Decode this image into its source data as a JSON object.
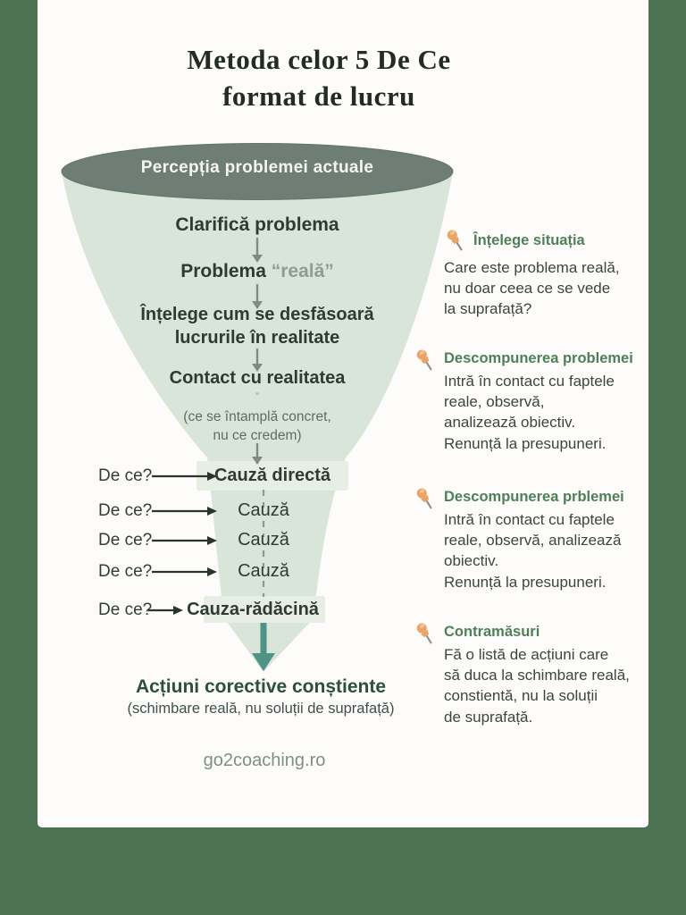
{
  "title": {
    "line1": "Metoda celor 5 De Ce",
    "line2": "format de lucru"
  },
  "funnel": {
    "top_label": "Percepția problemei actuale",
    "step1": "Clarifică problema",
    "step2_bold": "Problema",
    "step2_gray": "“reală”",
    "step3": "Înțelege cum se desfăsoară\nlucrurile în realitate",
    "step4": "Contact cu realitatea",
    "small_mark": "”",
    "note": "(ce se întamplă concret,\nnu ce credem)"
  },
  "whys": {
    "rows": [
      {
        "q": "De ce?",
        "label": "Cauză directă"
      },
      {
        "q": "De ce?",
        "label": "Cauză"
      },
      {
        "q": "De ce?",
        "label": "Cauză"
      },
      {
        "q": "De ce?",
        "label": "Cauză"
      },
      {
        "q": "De ce?",
        "label": "Cauza-rădăcină"
      }
    ]
  },
  "outcome": {
    "heading": "Acțiuni corective conștiente",
    "subtitle": "(schimbare reală, nu soluții de suprafață)"
  },
  "footer": {
    "site": "go2coaching.ro"
  },
  "annotations": [
    {
      "title": "Înțelege situația",
      "body": "Care este problema reală,\nnu doar ceea ce se vede\nla suprafață?"
    },
    {
      "title": "Descompunerea problemei",
      "body": "Intră în contact cu faptele\nreale, observă,\nanalizează obiectiv.\nRenunță la presupuneri."
    },
    {
      "title": "Descompunerea prblemei",
      "body": "Intră în contact cu faptele\nreale, observă, analizează\nobiectiv.\nRenunță la presupuneri."
    },
    {
      "title": "Contramăsuri",
      "body": "Fă o listă de acțiuni care\nsă duca la schimbare reală,\nconstientă, nu la soluții\nde suprafață."
    }
  ],
  "colors": {
    "page_background": "#4b7351",
    "card_background": "#fdfcfb",
    "funnel_body": "#d9e5d9",
    "funnel_band": "#e7efe4",
    "funnel_top_ellipse": "#6f7e74",
    "heading_green": "#4e8058",
    "outcome_green": "#2d4f42",
    "teal_arrow": "#4f9286",
    "pushpin_orange": "#e9a466",
    "gray_arrow": "#7e8c83"
  }
}
